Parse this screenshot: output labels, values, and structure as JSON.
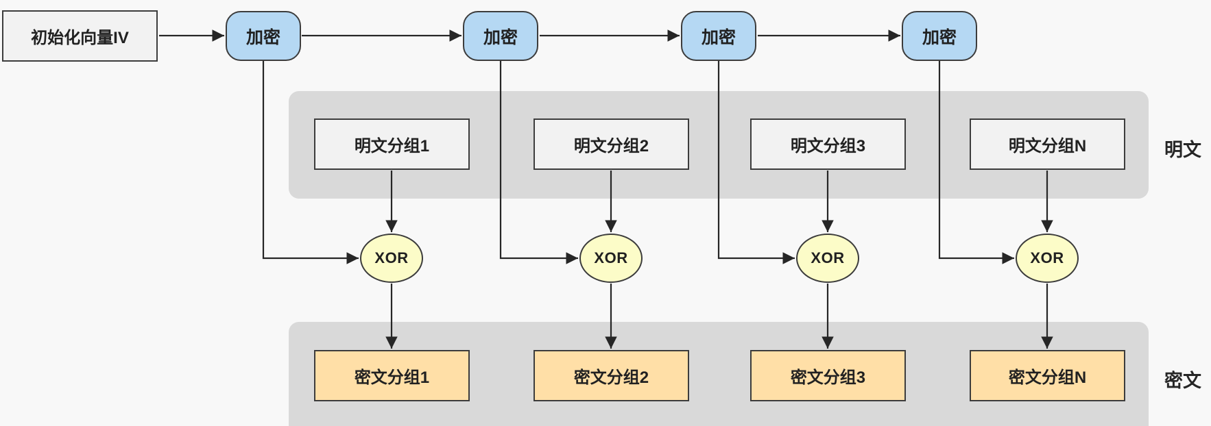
{
  "diagram": {
    "iv": {
      "label": "初始化向量IV"
    },
    "encrypt_nodes": [
      {
        "label": "加密"
      },
      {
        "label": "加密"
      },
      {
        "label": "加密"
      },
      {
        "label": "加密"
      }
    ],
    "xor_nodes": [
      {
        "label": "XOR"
      },
      {
        "label": "XOR"
      },
      {
        "label": "XOR"
      },
      {
        "label": "XOR"
      }
    ],
    "plaintext_band": {
      "label": "明文",
      "blocks": [
        "明文分组1",
        "明文分组2",
        "明文分组3",
        "明文分组N"
      ]
    },
    "ciphertext_band": {
      "label": "密文",
      "blocks": [
        "密文分组1",
        "密文分组2",
        "密文分组3",
        "密文分组N"
      ]
    },
    "colors": {
      "background": "#f8f8f8",
      "band_gray": "#d9d9d9",
      "encrypt_blue": "#b5d8f3",
      "xor_yellow": "#fcfcc8",
      "ciphertext_orange": "#ffdfa7",
      "plaintext_fill": "#f2f2f2",
      "shape_border": "#3c3c3c",
      "connector": "#262626",
      "text": "#212121"
    }
  }
}
